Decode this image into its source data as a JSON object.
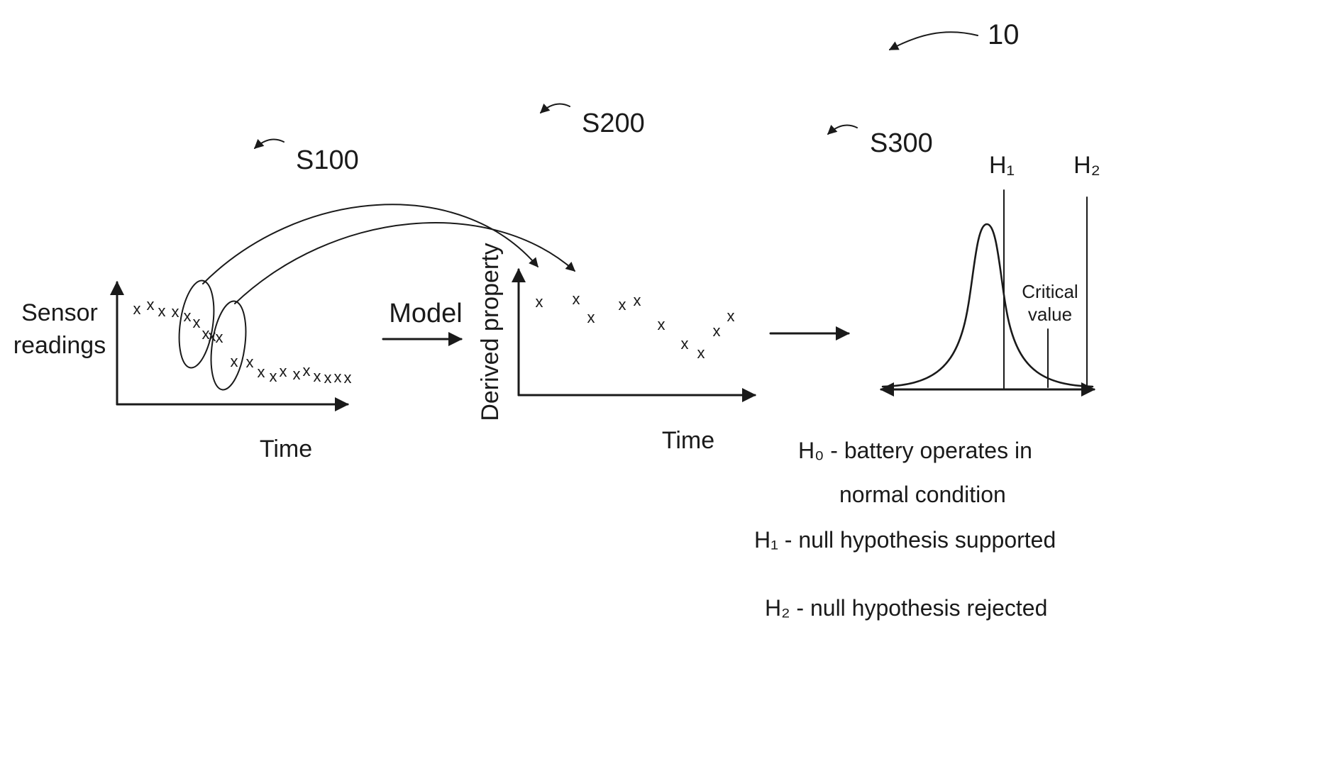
{
  "marker_glyph": "x",
  "figure": {
    "ref_number": "10",
    "steps": {
      "s100": "S100",
      "s200": "S200",
      "s300": "S300"
    },
    "model_label": "Model",
    "ink_color": "#1a1a1a",
    "left_chart": {
      "ylabel_line1": "Sensor",
      "ylabel_line2": "readings",
      "xlabel": "Time",
      "points": [
        [
          193,
          437
        ],
        [
          212,
          431
        ],
        [
          228,
          440
        ],
        [
          247,
          441
        ],
        [
          264,
          447
        ],
        [
          277,
          456
        ],
        [
          290,
          472
        ],
        [
          299,
          475
        ],
        [
          309,
          477
        ],
        [
          330,
          511
        ],
        [
          352,
          512
        ],
        [
          368,
          526
        ],
        [
          385,
          532
        ],
        [
          399,
          525
        ],
        [
          418,
          529
        ],
        [
          432,
          524
        ],
        [
          447,
          532
        ],
        [
          462,
          534
        ],
        [
          476,
          533
        ],
        [
          490,
          534
        ]
      ]
    },
    "middle_chart": {
      "ylabel": "Derived property",
      "xlabel": "Time",
      "points": [
        [
          760,
          427
        ],
        [
          812,
          423
        ],
        [
          833,
          449
        ],
        [
          877,
          431
        ],
        [
          898,
          425
        ],
        [
          932,
          459
        ],
        [
          965,
          486
        ],
        [
          988,
          499
        ],
        [
          1010,
          468
        ],
        [
          1030,
          447
        ]
      ]
    },
    "right_chart": {
      "h1_label": "H₁",
      "h2_label": "H₂",
      "critical_line1": "Critical",
      "critical_line2": "value"
    },
    "legend": {
      "h0_line1": "H₀ - battery operates in",
      "h0_line2": "normal condition",
      "h1_line": "H₁ - null hypothesis supported",
      "h2_line": "H₂ - null hypothesis rejected"
    }
  }
}
